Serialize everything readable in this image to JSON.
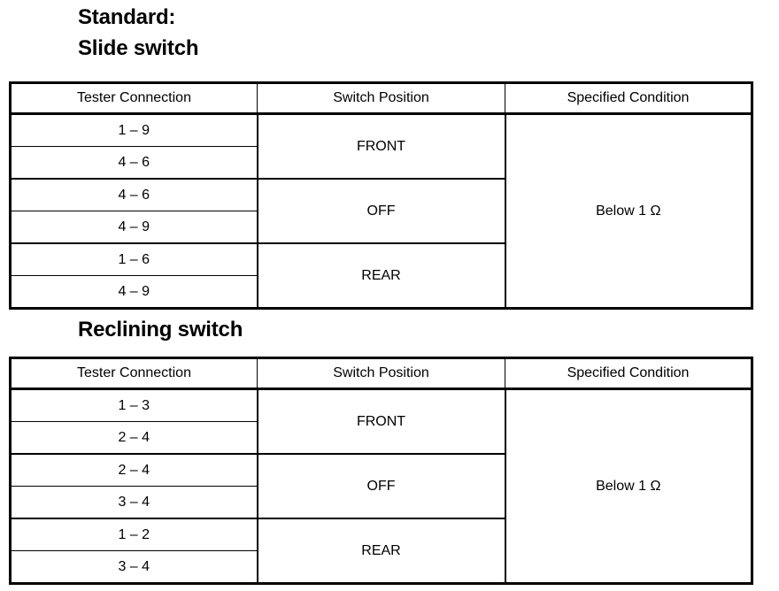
{
  "document": {
    "standard_label": "Standard:"
  },
  "sections": [
    {
      "heading": "Slide switch",
      "table": {
        "columns": [
          "Tester Connection",
          "Switch Position",
          "Specified Condition"
        ],
        "condition": "Below 1 Ω",
        "groups": [
          {
            "position": "FRONT",
            "connections": [
              "1 – 9",
              "4 – 6"
            ]
          },
          {
            "position": "OFF",
            "connections": [
              "4 – 6",
              "4 – 9"
            ]
          },
          {
            "position": "REAR",
            "connections": [
              "1 – 6",
              "4 – 9"
            ]
          }
        ]
      }
    },
    {
      "heading": "Reclining switch",
      "table": {
        "columns": [
          "Tester Connection",
          "Switch Position",
          "Specified Condition"
        ],
        "condition": "Below 1 Ω",
        "groups": [
          {
            "position": "FRONT",
            "connections": [
              "1 – 3",
              "2 – 4"
            ]
          },
          {
            "position": "OFF",
            "connections": [
              "2 – 4",
              "3 – 4"
            ]
          },
          {
            "position": "REAR",
            "connections": [
              "1 – 2",
              "3 – 4"
            ]
          }
        ]
      }
    }
  ],
  "colors": {
    "text": "#000000",
    "background": "#ffffff",
    "border": "#000000"
  }
}
